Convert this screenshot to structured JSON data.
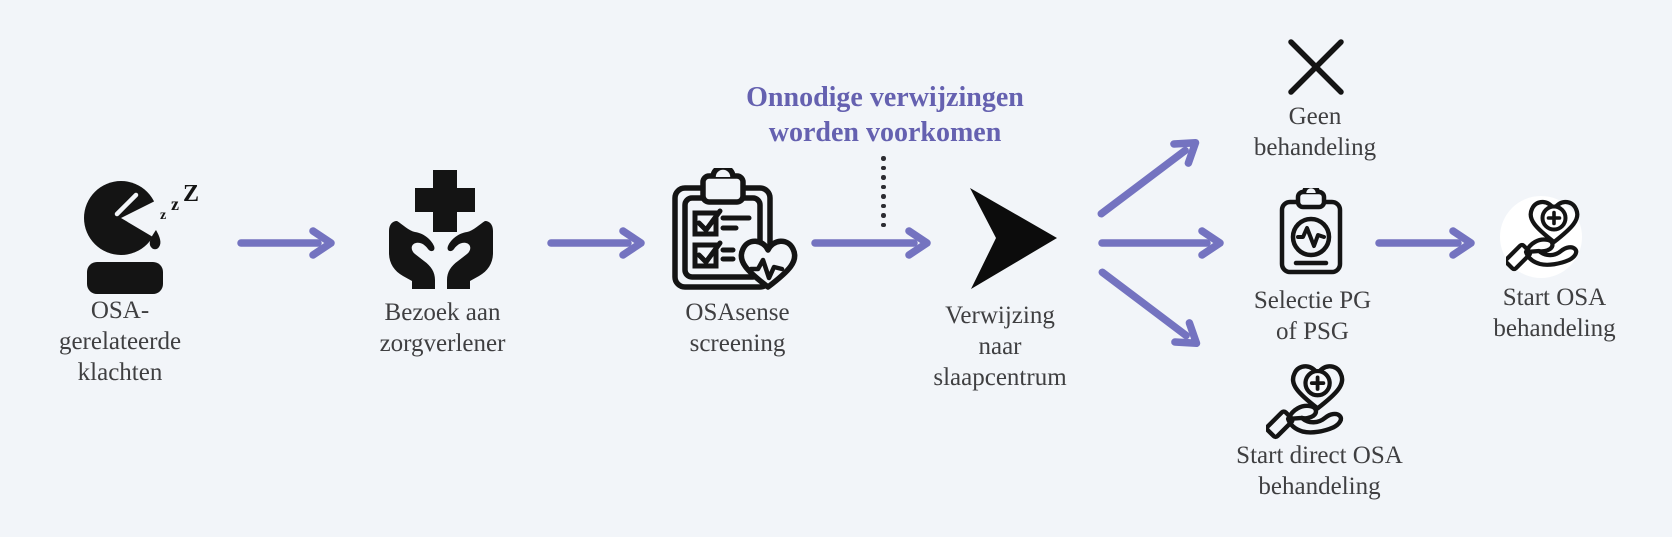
{
  "diagram_title": "OSA patient journey flow",
  "flow": {
    "stages": [
      {
        "id": "osa-complaints",
        "icon": "sleeping-person-icon",
        "lines": [
          "OSA-",
          "gerelateerde",
          "klachten"
        ]
      },
      {
        "id": "care-visit",
        "icon": "hands-medical-cross-icon",
        "lines": [
          "Bezoek aan",
          "zorgverlener"
        ]
      },
      {
        "id": "osasense-screening",
        "icon": "checklist-heart-icon",
        "lines": [
          "OSAsense",
          "screening"
        ]
      },
      {
        "id": "referral",
        "icon": "referral-dart-icon",
        "lines": [
          "Verwijzing",
          "naar",
          "slaapcentrum"
        ]
      }
    ],
    "annotation": {
      "lines": [
        "Onnodige verwijzingen",
        "worden voorkomen"
      ]
    },
    "outcomes": [
      {
        "id": "no-treatment",
        "icon": "x-mark-icon",
        "lines": [
          "Geen",
          "behandeling"
        ]
      },
      {
        "id": "pg-psg-selection",
        "icon": "clipboard-pulse-icon",
        "lines": [
          "Selectie PG",
          "of PSG"
        ]
      },
      {
        "id": "start-osa-treatment",
        "icon": "hand-heart-icon",
        "lines": [
          "Start OSA",
          "behandeling"
        ]
      },
      {
        "id": "start-direct-osa-treatment",
        "icon": "hand-heart-icon",
        "lines": [
          "Start direct OSA",
          "behandeling"
        ]
      }
    ],
    "colors": {
      "background": "#f2f5f9",
      "arrow": "#7473c0",
      "annotation_text": "#6561b0",
      "label_text": "#3f3f41",
      "icon": "#141414",
      "dot": "#2c2c32"
    }
  }
}
